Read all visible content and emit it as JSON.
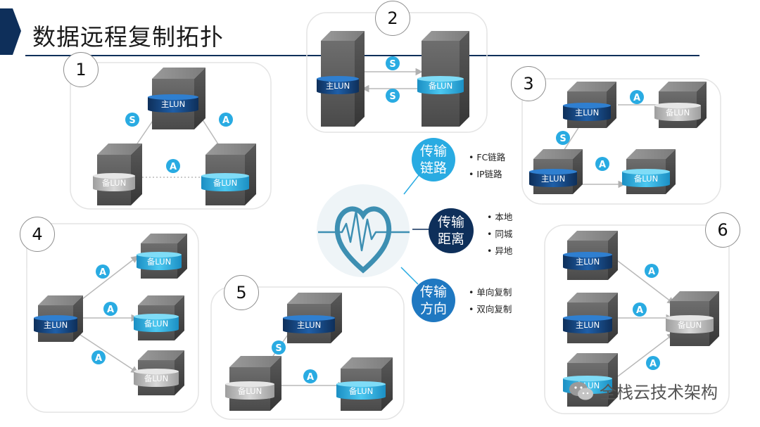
{
  "title": "数据远程复制拓扑",
  "colors": {
    "primary_blue": "#1f5fa8",
    "secondary_cyan": "#29abe2",
    "gray_disk": "#bdbdbd",
    "accent_navy": "#0e2f5a",
    "heart": "#3d8fb2"
  },
  "panels": [
    {
      "number": "1"
    },
    {
      "number": "2"
    },
    {
      "number": "3"
    },
    {
      "number": "4"
    },
    {
      "number": "5"
    },
    {
      "number": "6"
    }
  ],
  "labels": {
    "primary": "主LUN",
    "backup": "备LUN",
    "sync": "S",
    "async": "A"
  },
  "center": {
    "link": {
      "label": "传输\n链路",
      "items": [
        "FC链路",
        "IP链路"
      ]
    },
    "distance": {
      "label": "传输\n距离",
      "items": [
        "本地",
        "同城",
        "异地"
      ]
    },
    "direction": {
      "label": "传输\n方向",
      "items": [
        "单向复制",
        "双向复制"
      ]
    }
  },
  "watermark": "全栈云技术架构"
}
